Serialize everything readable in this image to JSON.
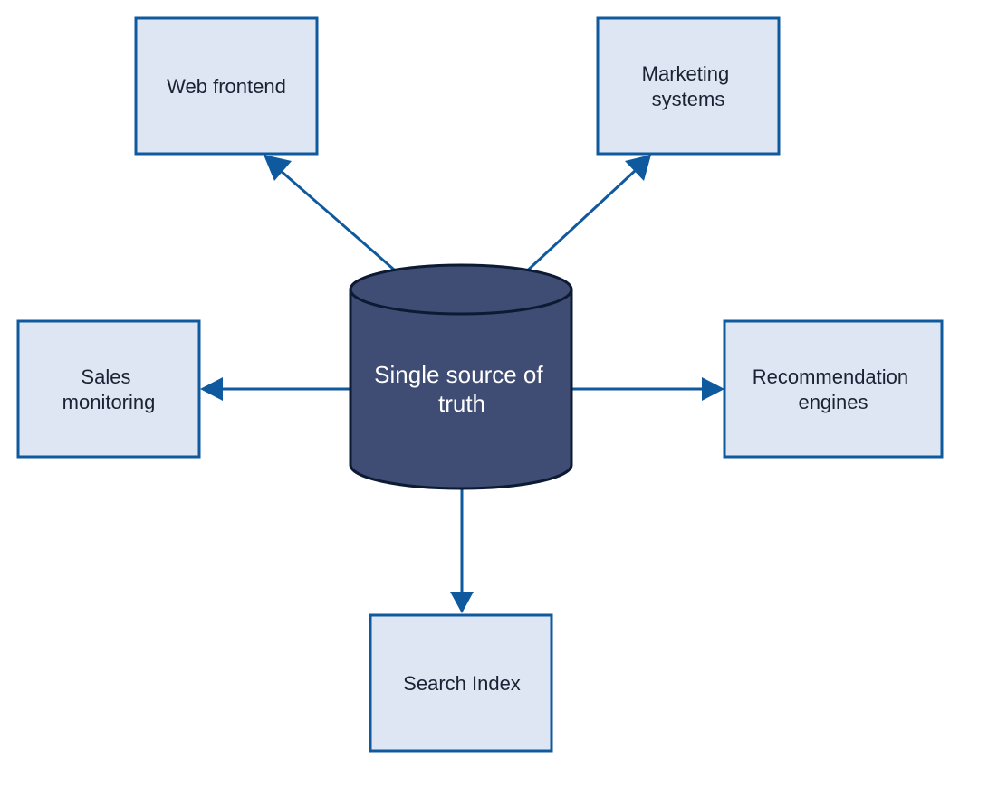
{
  "diagram": {
    "center": {
      "label_lines": [
        "Single source of",
        "truth"
      ],
      "fill_color": "#3f4c73",
      "stroke_color": "#0d1a33"
    },
    "nodes": {
      "web_frontend": {
        "label_lines": [
          "Web frontend"
        ]
      },
      "marketing": {
        "label_lines": [
          "Marketing",
          "systems"
        ]
      },
      "sales": {
        "label_lines": [
          "Sales",
          "monitoring"
        ]
      },
      "recommendation": {
        "label_lines": [
          "Recommendation",
          "engines"
        ]
      },
      "search": {
        "label_lines": [
          "Search Index"
        ]
      }
    },
    "colors": {
      "box_fill": "#dde6f2",
      "box_stroke": "#0f5a9e",
      "arrow": "#0f5a9e",
      "text": "#1a2233"
    },
    "edges": [
      {
        "from": "center",
        "to": "web_frontend"
      },
      {
        "from": "center",
        "to": "marketing"
      },
      {
        "from": "center",
        "to": "sales"
      },
      {
        "from": "center",
        "to": "recommendation"
      },
      {
        "from": "center",
        "to": "search"
      }
    ]
  }
}
